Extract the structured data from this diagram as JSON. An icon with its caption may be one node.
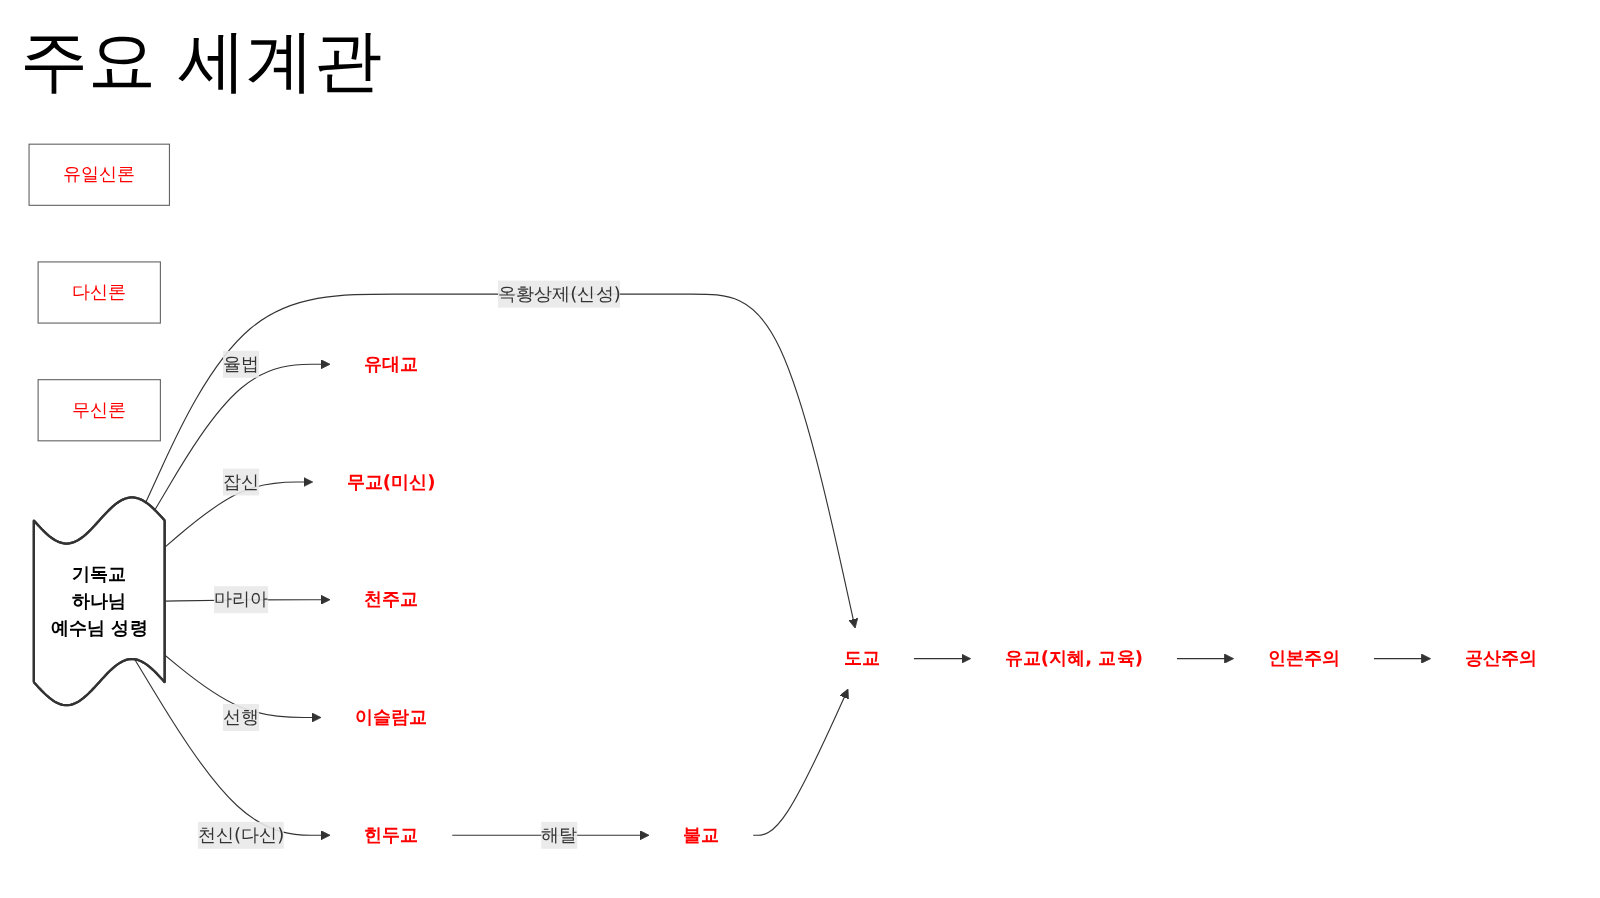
{
  "diagram": {
    "title": "주요 세계관",
    "nodes": [
      {
        "text": [
          "유일신론"
        ]
      },
      {
        "text": [
          "다신론"
        ]
      },
      {
        "text": [
          "무신론"
        ]
      },
      {
        "text": [
          "기독교",
          "하나님",
          "예수님 성령"
        ]
      },
      {
        "text": [
          "힌두교"
        ]
      },
      {
        "text": [
          "유대교"
        ]
      },
      {
        "text": [
          "불교"
        ]
      },
      {
        "text": [
          "무교(미신)"
        ]
      },
      {
        "text": [
          "유교(지혜, 교육)"
        ]
      },
      {
        "text": [
          "천주교"
        ]
      },
      {
        "text": [
          "도교"
        ]
      },
      {
        "text": [
          "인본주의"
        ]
      },
      {
        "text": [
          "이슬람교"
        ]
      },
      {
        "text": [
          "공산주의"
        ]
      }
    ],
    "edges": [
      {
        "from": 3,
        "to": 4,
        "arrow": "to",
        "label": "천신(다신)"
      },
      {
        "from": 3,
        "to": 5,
        "arrow": "to",
        "label": "율법"
      },
      {
        "from": 3,
        "to": 7,
        "arrow": "to",
        "label": "잡신"
      },
      {
        "from": 4,
        "to": 6,
        "arrow": "to",
        "label": "해탈"
      },
      {
        "from": 3,
        "to": 9,
        "arrow": "to",
        "label": "마리아"
      },
      {
        "from": 3,
        "to": 10,
        "arrow": "to",
        "label": "옥황상제(신성)"
      },
      {
        "from": 6,
        "to": 10,
        "arrow": "to"
      },
      {
        "from": 10,
        "to": 8,
        "arrow": "to"
      },
      {
        "from": 3,
        "to": 12,
        "arrow": "to",
        "label": "선행"
      },
      {
        "from": 8,
        "to": 11,
        "arrow": "to"
      },
      {
        "from": 11,
        "to": 13,
        "arrow": "to"
      }
    ]
  }
}
